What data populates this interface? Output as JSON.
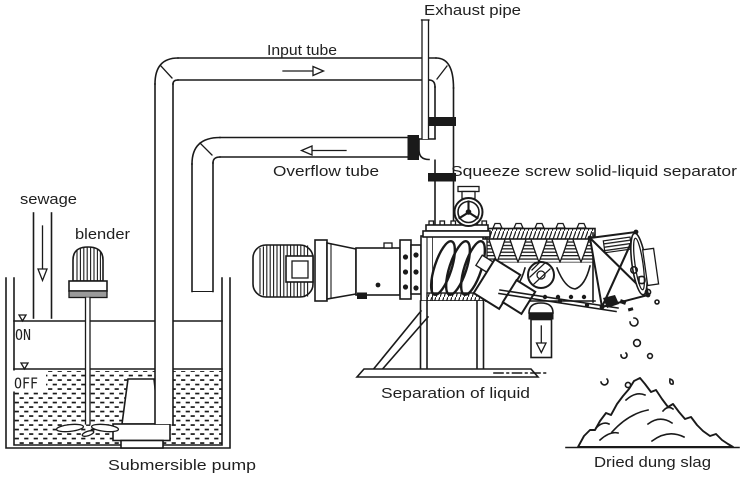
{
  "diagram": {
    "background_color": "#ffffff",
    "line_color": "#1a1a1a",
    "text_color": "#1f1f1f",
    "labels": {
      "exhaust_pipe": "Exhaust pipe",
      "input_tube": "Input tube",
      "overflow_tube": "Overflow tube",
      "separator": "Squeeze screw solid-liquid separator",
      "sewage": "sewage",
      "blender": "blender",
      "level_on": "ON",
      "level_off": "OFF",
      "submersible_pump": "Submersible pump",
      "separation_of_liquid": "Separation of liquid",
      "dried_dung_slag": "Dried dung slag"
    }
  }
}
